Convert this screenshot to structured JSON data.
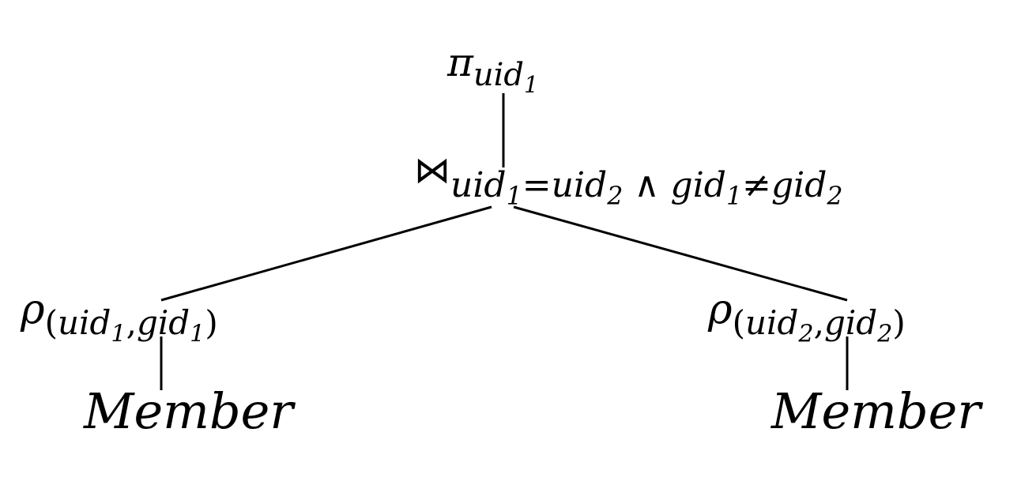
{
  "projection": {
    "operator": "π",
    "subscript": "uid",
    "subscript_index": "1"
  },
  "join": {
    "operator": "⋈",
    "left_attr": "uid",
    "left_index": "1",
    "equals": "=",
    "right_attr": "uid",
    "right_index": "2",
    "and": " ∧ ",
    "left_attr_2": "gid",
    "left_index_2": "1",
    "not_equals": "≠",
    "right_attr_2": "gid",
    "right_index_2": "2"
  },
  "rename_left": {
    "operator": "ρ",
    "open": "(",
    "attr1": "uid",
    "attr1_index": "1",
    "comma": ",",
    "attr2": "gid",
    "attr2_index": "1",
    "close": ")"
  },
  "rename_right": {
    "operator": "ρ",
    "open": "(",
    "attr1": "uid",
    "attr1_index": "2",
    "comma": ",",
    "attr2": "gid",
    "attr2_index": "2",
    "close": ")"
  },
  "relation_left": {
    "name": "Member"
  },
  "relation_right": {
    "name": "Member"
  }
}
